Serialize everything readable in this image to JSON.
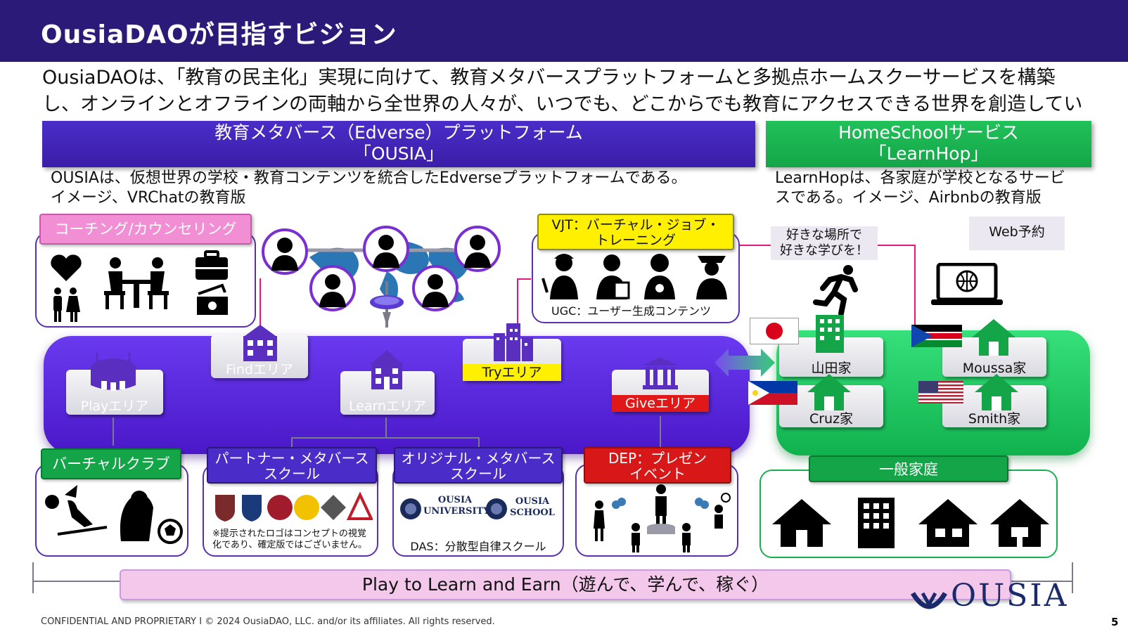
{
  "title": "OusiaDAOが目指すビジョン",
  "intro": "OusiaDAOは、「教育の民主化」実現に向けて、教育メタバースプラットフォームと多拠点ホームスクーサービスを構築し、オンラインとオフラインの両軸から全世界の人々が、いつでも、どこからでも教育にアクセスできる世界を創造していく",
  "edverse": {
    "header_line1": "教育メタバース（Edverse）プラットフォーム",
    "header_line2": "「OUSIA」",
    "desc_line1": "OUSIAは、仮想世界の学校・教育コンテンツを統合したEdverseプラットフォームである。",
    "desc_line2": "イメージ、VRChatの教育版"
  },
  "homeschool": {
    "header_line1": "HomeSchoolサービス",
    "header_line2": "「LearnHop」",
    "desc_line1": "LearnHopは、各家庭が学校となるサービ",
    "desc_line2": "スである。イメージ、Airbnbの教育版"
  },
  "coaching": {
    "label": "コーチング/カウンセリング"
  },
  "vjt": {
    "label_line1": "VJT：バーチャル・ジョブ・",
    "label_line2": "トレーニング",
    "caption": "UGC：ユーザー生成コンテンツ"
  },
  "callouts": {
    "favorite_line1": "好きな場所で",
    "favorite_line2": "好きな学びを！",
    "web": "Web予約"
  },
  "areas": {
    "play": "Playエリア",
    "find": "Findエリア",
    "learn": "Learnエリア",
    "try": "Tryエリア",
    "give": "Giveエリア"
  },
  "homes": {
    "yamada": "山田家",
    "moussa": "Moussa家",
    "cruz": "Cruz家",
    "smith": "Smith家"
  },
  "bottom": {
    "virtual_club": "バーチャルクラブ",
    "partner_line1": "パートナー・メタバース",
    "partner_line2": "スクール",
    "partner_note_line1": "※提示されたロゴはコンセプトの視覚",
    "partner_note_line2": "化であり、確定版ではございません。",
    "original_line1": "オリジナル・メタバース",
    "original_line2": "スクール",
    "university_line1": "OUSIA",
    "university_line2": "UNIVERSITY",
    "school_line1": "OUSIA",
    "school_line2": "SCHOOL",
    "das": "DAS：分散型自律スクール",
    "dep_line1": "DEP：プレゼン",
    "dep_line2": "イベント",
    "general": "一般家庭"
  },
  "banner": "Play to Learn and Earn（遊んで、学んで、稼ぐ）",
  "logo_text": "OUSIA",
  "footer": "CONFIDENTIAL AND PROPRIETARY I © 2024 OusiaDAO, LLC. and/or its affiliates. All rights reserved.",
  "page_number": "5",
  "colors": {
    "title_bar": "#2c1a78",
    "purple": "#4a2dc8",
    "green": "#18b04e",
    "pink_tag": "#f08ad2",
    "yellow_tag": "#ffee00",
    "red_tag": "#d81818",
    "accent_line": "#e3187a"
  }
}
